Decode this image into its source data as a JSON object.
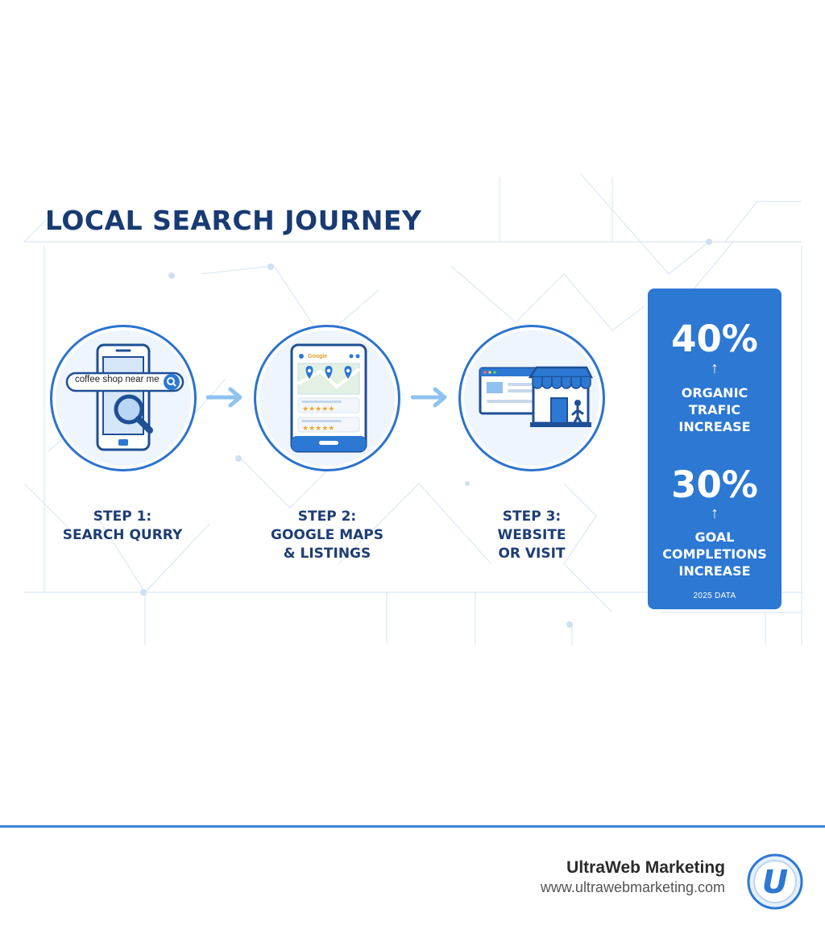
{
  "title": "LOCAL SEARCH JOURNEY",
  "steps": [
    {
      "label_line1": "STEP 1:",
      "label_line2": "SEARCH QURRY",
      "label_line3": "",
      "icon": "phone-search-icon",
      "search_text": "coffee shop near me"
    },
    {
      "label_line1": "STEP 2:",
      "label_line2": "GOOGLE MAPS",
      "label_line3": "& LISTINGS",
      "icon": "maps-listings-icon",
      "tablet_logo": "Google",
      "stars": "★★★★★"
    },
    {
      "label_line1": "STEP 3:",
      "label_line2": "WEBSITE",
      "label_line3": "OR VISIT",
      "icon": "website-storefront-icon"
    }
  ],
  "stats": [
    {
      "value": "40%",
      "arrow": "↑",
      "label_lines": [
        "ORGANIC",
        "TRAFIC",
        "INCREASE"
      ]
    },
    {
      "value": "30%",
      "arrow": "↑",
      "label_lines": [
        "GOAL",
        "COMPLETIONS",
        "INCREASE"
      ]
    }
  ],
  "stats_note": "2025 DATA",
  "footer": {
    "brand_name": "UltraWeb Marketing",
    "brand_url": "www.ultrawebmarketing.com",
    "logo_letter": "U"
  },
  "colors": {
    "primary": "#2c78d3",
    "title": "#183b73",
    "label": "#1d3e74",
    "arrow": "#8ec2f0",
    "star": "#f2a52b"
  }
}
